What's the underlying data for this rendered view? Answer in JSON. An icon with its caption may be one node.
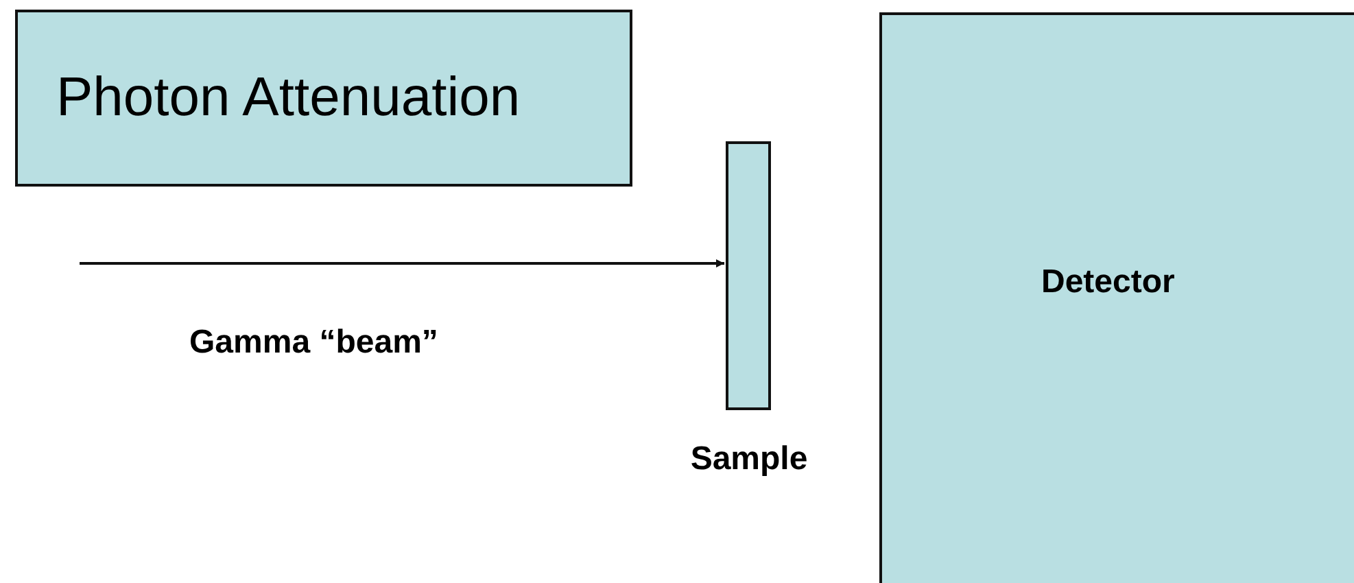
{
  "diagram": {
    "nodes": [
      {
        "text": [
          "Photon Attenuation"
        ]
      },
      {
        "text": [],
        "shape": "bar",
        "beside": [
          "Sample"
        ]
      },
      {
        "text": [
          "Detector"
        ]
      }
    ],
    "edges": [
      {
        "from": null,
        "to": 1,
        "arrow": "to",
        "label": "Gamma “beam”"
      }
    ]
  }
}
